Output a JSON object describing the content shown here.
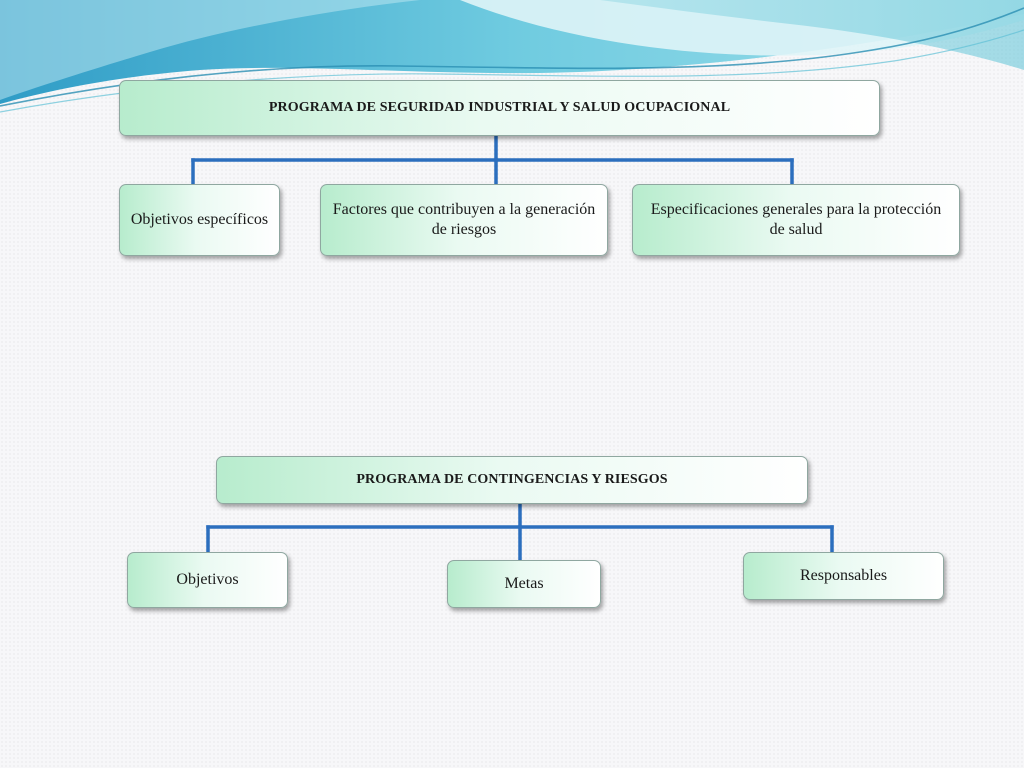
{
  "theme": {
    "accent": "#2c6fbe",
    "box_gradient_start": "#b7eccd",
    "box_gradient_end": "#ffffff",
    "wave_colors": [
      "#5ec7dd",
      "#8fd3e5",
      "#2a93b8"
    ]
  },
  "program1": {
    "title": "PROGRAMA DE SEGURIDAD INDUSTRIAL Y SALUD OCUPACIONAL",
    "children": [
      {
        "label": "Objetivos específicos"
      },
      {
        "label": "Factores que contribuyen a la generación de riesgos"
      },
      {
        "label": "Especificaciones generales para la protección de salud"
      }
    ]
  },
  "program2": {
    "title": "PROGRAMA DE CONTINGENCIAS Y RIESGOS",
    "children": [
      {
        "label": "Objetivos"
      },
      {
        "label": "Metas"
      },
      {
        "label": "Responsables"
      }
    ]
  }
}
